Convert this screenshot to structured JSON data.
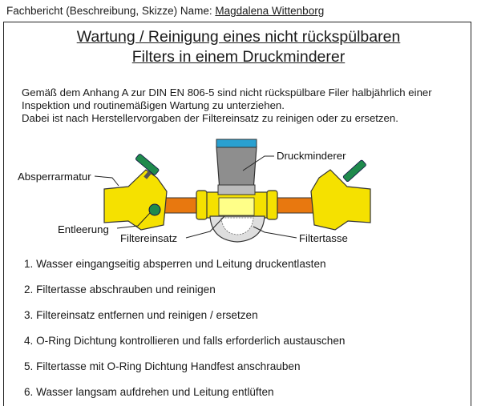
{
  "header": {
    "prefix": "Fachbericht (Beschreibung, Skizze) Name:",
    "name": "Magdalena Wittenborg"
  },
  "title": {
    "line1": "Wartung / Reinigung eines nicht rückspülbaren",
    "line2": "Filters in einem Druckminderer"
  },
  "intro": {
    "line1": "Gemäß dem Anhang A zur DIN EN 806-5 sind nicht rückspülbare Filer halbjährlich einer",
    "line2": "Inspektion und routinemäßigen Wartung zu unterziehen.",
    "line3": "Dabei ist nach Herstellervorgaben der Filtereinsatz zu reinigen oder zu ersetzen."
  },
  "diagram": {
    "labels": {
      "druckminderer": "Druckminderer",
      "absperrarmatur": "Absperrarmatur",
      "entleerung": "Entleerung",
      "filtereinsatz": "Filtereinsatz",
      "filtertasse": "Filtertasse"
    },
    "colors": {
      "valve": "#f5e100",
      "pipe": "#e8780f",
      "handwheel": "#1f8a4c",
      "cap": "#2aa0d0",
      "housing": "#8e8e8e",
      "cup": "#dedede"
    }
  },
  "steps": [
    "1. Wasser eingangseitig absperren und Leitung druckentlasten",
    "2. Filtertasse abschrauben und reinigen",
    "3. Filtereinsatz entfernen und reinigen / ersetzen",
    "4. O-Ring Dichtung kontrollieren und falls erforderlich austauschen",
    "5. Filtertasse mit O-Ring Dichtung Handfest anschrauben",
    "6. Wasser langsam aufdrehen und Leitung entlüften"
  ]
}
